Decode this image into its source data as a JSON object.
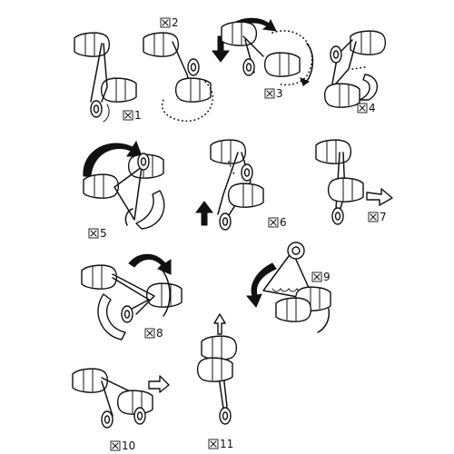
{
  "figures": [
    {
      "id": "fig-1",
      "label": "1"
    },
    {
      "id": "fig-2",
      "label": "2"
    },
    {
      "id": "fig-3",
      "label": "3"
    },
    {
      "id": "fig-4",
      "label": "4"
    },
    {
      "id": "fig-5",
      "label": "5"
    },
    {
      "id": "fig-6",
      "label": "6"
    },
    {
      "id": "fig-7",
      "label": "7"
    },
    {
      "id": "fig-8",
      "label": "8"
    },
    {
      "id": "fig-9",
      "label": "9"
    },
    {
      "id": "fig-10",
      "label": "10"
    },
    {
      "id": "fig-11",
      "label": "11"
    }
  ],
  "icons": {
    "hand": "hand-icon",
    "yoyo": "yoyo-icon",
    "string": "string-line",
    "curved_arrow": "curved-arrow-icon",
    "straight_arrow": "straight-arrow-icon",
    "dotted_path": "dotted-motion-path"
  },
  "colors": {
    "ink": "#111111",
    "paper": "#ffffff"
  }
}
